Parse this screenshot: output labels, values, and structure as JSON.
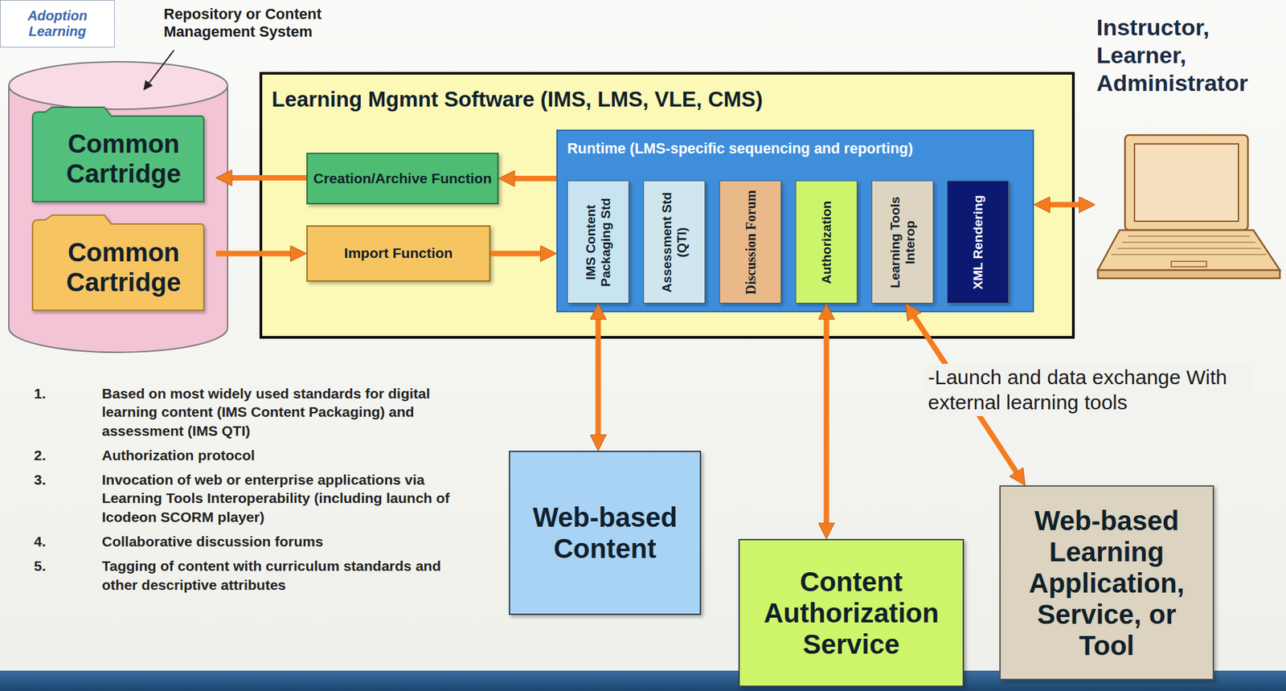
{
  "diagram": {
    "nodes": [
      {
        "text": [
          "Adoption Learning"
        ]
      },
      {
        "text": [
          "Repository or Content Management System"
        ]
      },
      {
        "text": [
          "Common Cartridge"
        ],
        "in": 1
      },
      {
        "text": [
          "Common Cartridge"
        ],
        "in": 1
      },
      {
        "text": [
          "Learning Mgmnt Software (IMS, LMS, VLE, CMS)"
        ]
      },
      {
        "text": [
          "Creation/Archive Function"
        ],
        "in": 4
      },
      {
        "text": [
          "Import Function"
        ],
        "in": 4
      },
      {
        "text": [
          "Runtime (LMS-specific sequencing and reporting)"
        ],
        "in": 4
      },
      {
        "text": [
          "IMS Content Packaging Std"
        ],
        "in": 7
      },
      {
        "text": [
          "Assessment Std (QTI)"
        ],
        "in": 7
      },
      {
        "text": [
          "Discussion Forum"
        ],
        "in": 7
      },
      {
        "text": [
          "Authorization"
        ],
        "in": 7
      },
      {
        "text": [
          "Learning Tools Interop"
        ],
        "in": 7
      },
      {
        "text": [
          "XML Rendering"
        ],
        "in": 7
      },
      {
        "text": [
          "Instructor, Learner, Administrator"
        ]
      },
      {
        "text": [
          "Web-based Content"
        ]
      },
      {
        "text": [
          "Content Authorization Service"
        ]
      },
      {
        "text": [
          "Web-based Learning Application, Service, or Tool"
        ]
      }
    ],
    "edges": [
      {
        "from": 7,
        "to": 5,
        "arrow": "to"
      },
      {
        "from": 5,
        "to": 2,
        "arrow": "to"
      },
      {
        "from": 3,
        "to": 6,
        "arrow": "to"
      },
      {
        "from": 6,
        "to": 7,
        "arrow": "to"
      },
      {
        "from": 7,
        "to": 14,
        "arrow": "both"
      },
      {
        "from": 8,
        "to": 15,
        "arrow": "both"
      },
      {
        "from": 11,
        "to": 16,
        "arrow": "both"
      },
      {
        "from": 12,
        "to": 17,
        "label": "-Launch and data exchange With external learning tools",
        "arrow": "both"
      }
    ],
    "labels": [
      "1.",
      "Based on most widely used standards for digital learning content (IMS Content Packaging) and assessment (IMS QTI)",
      "2.",
      "Authorization protocol",
      "3.",
      "Invocation of web or enterprise applications via Learning Tools Interoperability (including launch of Icodeon SCORM player)",
      "4.",
      "Collaborative discussion forums",
      "5.",
      "Tagging of content with curriculum standards and other descriptive attributes"
    ]
  }
}
